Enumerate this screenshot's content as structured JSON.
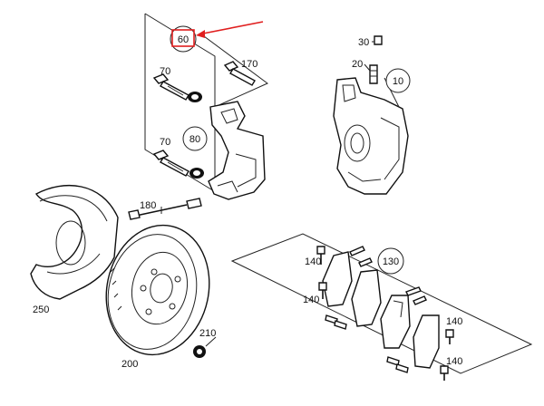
{
  "colors": {
    "line": "#222222",
    "highlight": "#e01e1e"
  },
  "labels": {
    "p60": "60",
    "p170": "170",
    "p70a": "70",
    "p70b": "70",
    "p80": "80",
    "p30": "30",
    "p20": "20",
    "p10": "10",
    "p180": "180",
    "p250": "250",
    "p200": "200",
    "p210": "210",
    "p130": "130",
    "p140a": "140",
    "p140b": "140",
    "p140c": "140",
    "p140d": "140"
  }
}
